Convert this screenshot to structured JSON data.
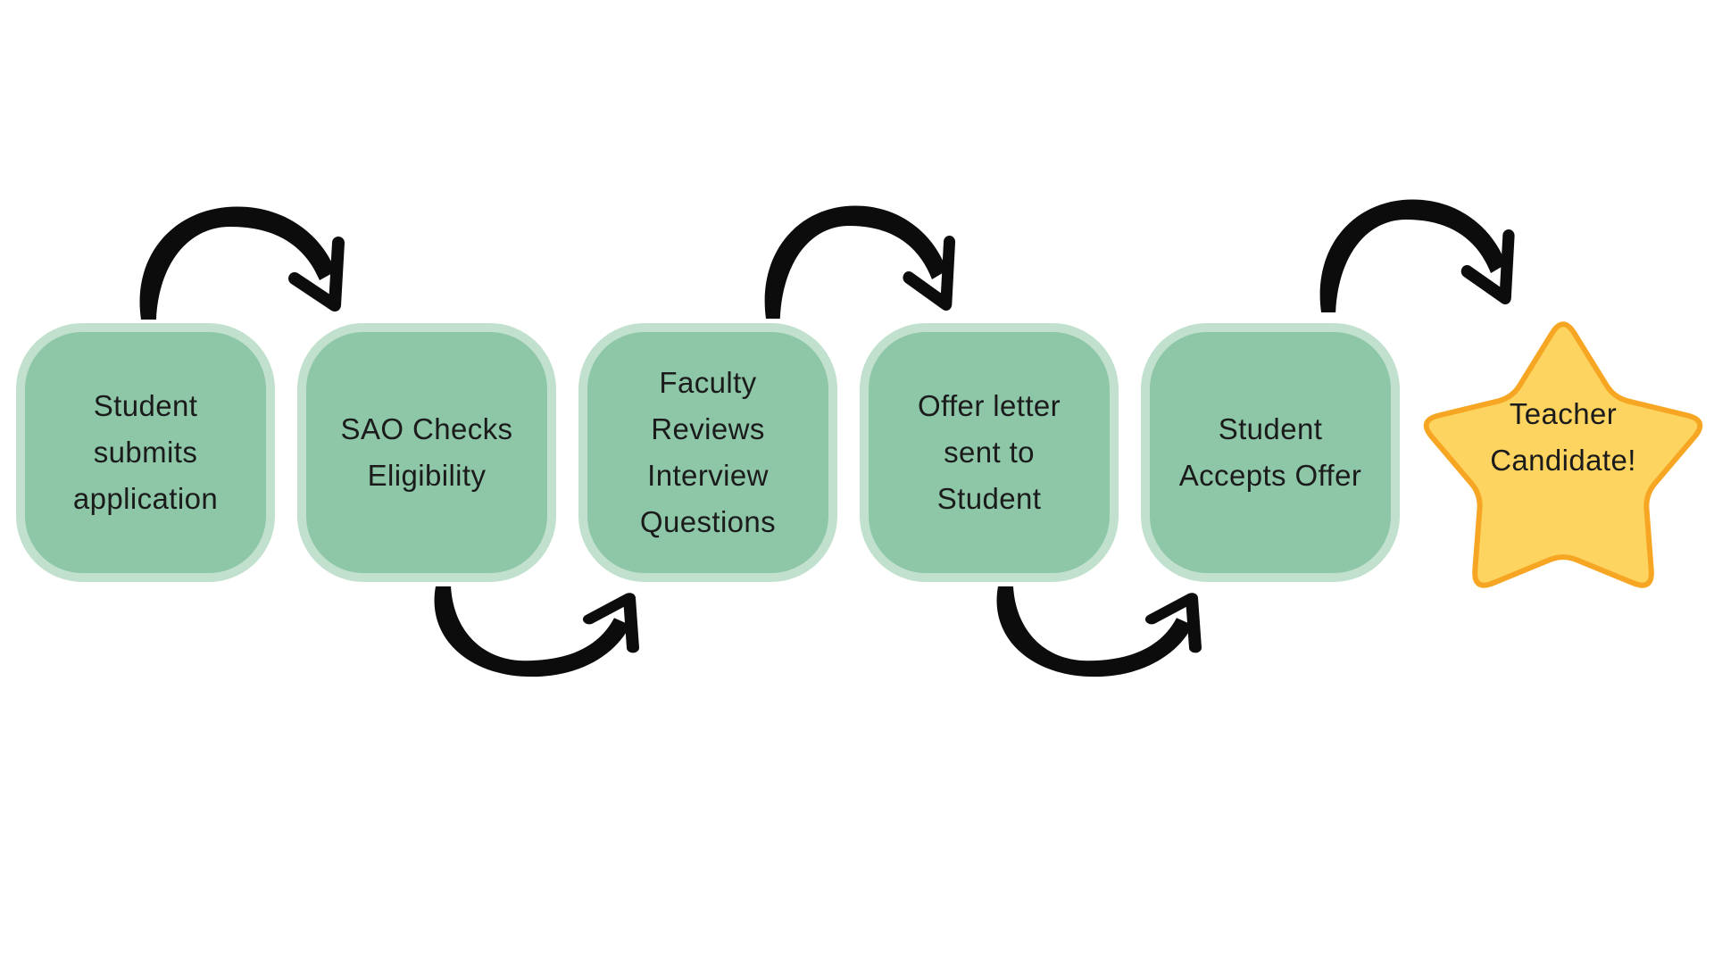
{
  "flowchart": {
    "steps": [
      {
        "id": 1,
        "shape": "rounded-square",
        "label": "Student\nsubmits\napplication"
      },
      {
        "id": 2,
        "shape": "rounded-square",
        "label": "SAO Checks\nEligibility"
      },
      {
        "id": 3,
        "shape": "rounded-square",
        "label": "Faculty\nReviews\nInterview\nQuestions"
      },
      {
        "id": 4,
        "shape": "rounded-square",
        "label": "Offer letter\nsent to\nStudent"
      },
      {
        "id": 5,
        "shape": "rounded-square",
        "label": "Student\nAccepts Offer"
      },
      {
        "id": 6,
        "shape": "star",
        "label": "Teacher\nCandidate!"
      }
    ],
    "connector_style": "hand-drawn curved arrow",
    "colors": {
      "background": "#ffffff",
      "box_fill": "#8dc7a8",
      "box_border": "#c1e0cd",
      "star_fill": "#fcd45f",
      "star_border": "#f6a623",
      "arrow": "#0c0c0c",
      "text": "#1b1b1b"
    }
  }
}
